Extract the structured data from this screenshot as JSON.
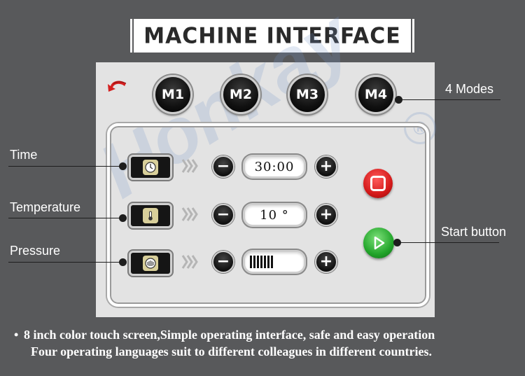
{
  "title": "MACHINE INTERFACE",
  "watermark": "Honkay",
  "watermark_reg": "®",
  "modes": [
    "M1",
    "M2",
    "M3",
    "M4"
  ],
  "callouts": {
    "modes": "4 Modes",
    "time": "Time",
    "temperature": "Temperature",
    "pressure": "Pressure",
    "start": "Start button"
  },
  "rows": {
    "time": {
      "minus": "−",
      "plus": "+",
      "value": "30:00"
    },
    "temperature": {
      "minus": "−",
      "plus": "+",
      "value": "10 °"
    },
    "pressure": {
      "minus": "−",
      "plus": "+",
      "level_bars": 7
    }
  },
  "description": {
    "bullet": "•",
    "line1": "8 inch color touch screen,Simple operating interface, safe and easy operation",
    "line2": "Four operating languages suit to different colleagues in different countries."
  },
  "colors": {
    "background": "#58595b",
    "panel": "#e3e3e3",
    "stop": "#d41a1a",
    "start": "#22a52a",
    "back_arrow": "#d42020"
  },
  "icons": {
    "back": "curved-back-arrow-icon",
    "time": "clock-icon",
    "temperature": "thermometer-icon",
    "pressure": "pressure-gauge-icon",
    "stop": "stop-icon",
    "start": "play-icon"
  }
}
